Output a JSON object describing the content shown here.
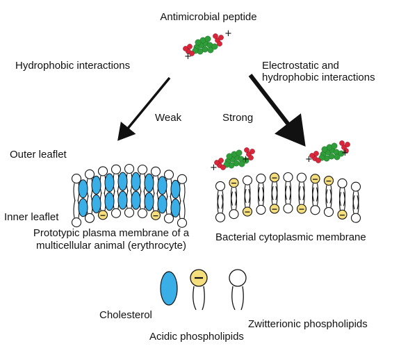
{
  "title": "Antimicrobial peptide",
  "left_interaction": "Hydrophobic interactions",
  "right_interaction_line1": "Electrostatic and",
  "right_interaction_line2": "hydrophobic interactions",
  "weak_label": "Weak",
  "strong_label": "Strong",
  "outer_leaflet": "Outer leaflet",
  "inner_leaflet": "Inner leaflet",
  "left_caption_line1": "Prototypic plasma membrane of a",
  "left_caption_line2": "multicellular animal (erythrocyte)",
  "right_caption": "Bacterial cytoplasmic membrane",
  "legend": {
    "cholesterol": "Cholesterol",
    "acidic": "Acidic phospholipids",
    "zwitterionic": "Zwitterionic phospholipids"
  },
  "plus_sign": "+",
  "minus_sign": "−",
  "colors": {
    "cholesterol": "#3aaee6",
    "acidic_head": "#f4de7e",
    "peptide_hydrophobic": "#2f9e3a",
    "peptide_cationic": "#d9263a",
    "ink": "#111111"
  }
}
